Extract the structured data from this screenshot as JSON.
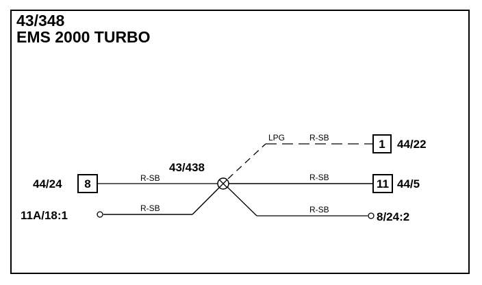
{
  "title": {
    "line1": "43/348",
    "line2": "EMS 2000 TURBO"
  },
  "splice": {
    "label": "43/438"
  },
  "connectors": {
    "left_top": {
      "ref": "44/24",
      "pin": "8"
    },
    "left_bottom": {
      "ref": "11A/18:1"
    },
    "right_top": {
      "ref": "44/22",
      "pin": "1"
    },
    "right_mid": {
      "ref": "44/5",
      "pin": "11"
    },
    "right_bottom": {
      "ref": "8/24:2"
    }
  },
  "wires": {
    "left_top_color": "R-SB",
    "left_bottom_color": "R-SB",
    "right_top_option": "LPG",
    "right_top_color": "R-SB",
    "right_mid_color": "R-SB",
    "right_bottom_color": "R-SB"
  }
}
